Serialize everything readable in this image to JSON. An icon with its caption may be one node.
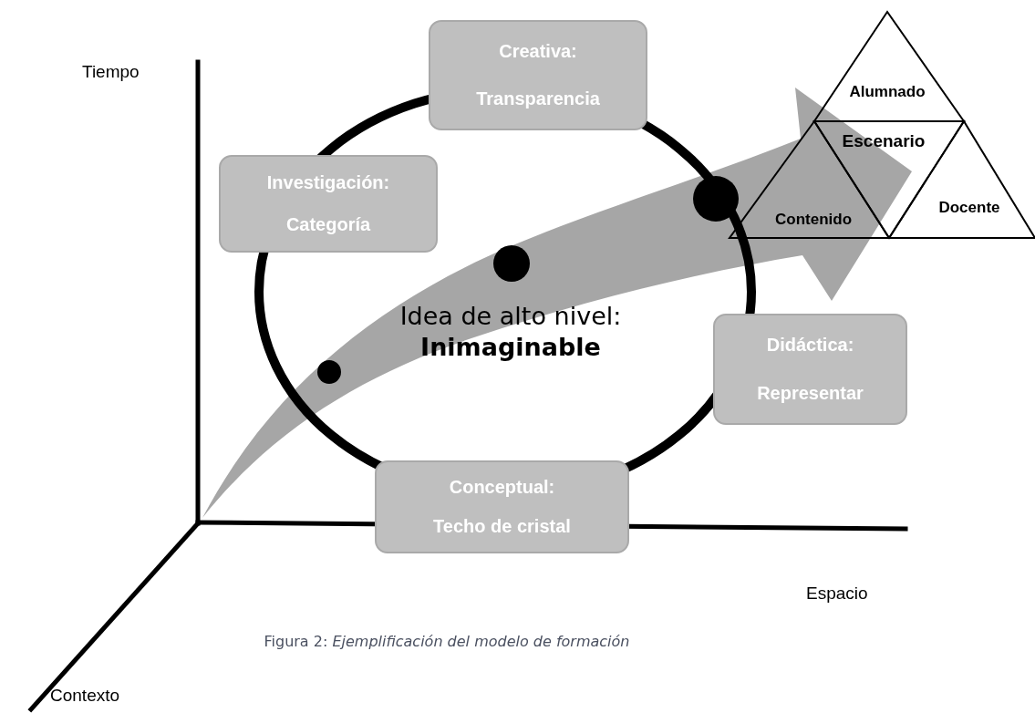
{
  "diagram": {
    "caption": "Figura 2: *Ejemplificación del modelo de formación*",
    "nodes": [
      {
        "text": [
          "Creativa:",
          "Transparencia"
        ]
      },
      {
        "text": [
          "Alumnado"
        ]
      },
      {
        "text": [
          "Escenario"
        ]
      },
      {
        "text": [
          "Investigación:",
          "Categoría"
        ]
      },
      {
        "text": [
          "Contenido"
        ]
      },
      {
        "text": [
          "Docente"
        ]
      },
      {
        "text": [
          "Didáctica:",
          "Representar"
        ]
      },
      {
        "text": [
          "Conceptual:",
          "Techo de cristal"
        ]
      }
    ],
    "labels": [
      "Tiempo",
      "Idea de alto nivel: **Inimaginable**",
      "Espacio",
      "Contexto"
    ]
  }
}
